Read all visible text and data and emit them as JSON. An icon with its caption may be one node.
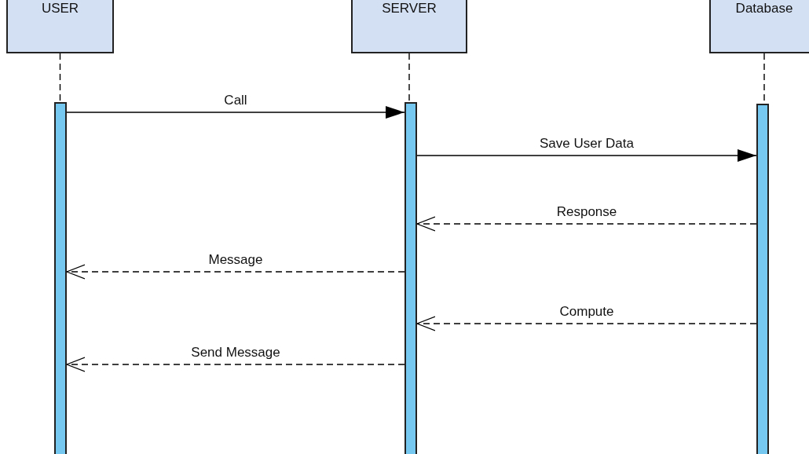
{
  "diagram": {
    "nodes": [
      {
        "text": [
          "USER"
        ]
      },
      {
        "text": [
          "SERVER"
        ]
      },
      {
        "text": [
          "Database"
        ]
      },
      {
        "text": [],
        "shape": "bar"
      },
      {
        "text": [],
        "shape": "bar"
      },
      {
        "text": [],
        "shape": "bar"
      }
    ],
    "edges": [
      {
        "from": 0,
        "to": 3,
        "arrow": "none",
        "style": "dashed"
      },
      {
        "from": 1,
        "to": 4,
        "arrow": "none",
        "style": "dashed"
      },
      {
        "from": 2,
        "to": 5,
        "arrow": "none",
        "style": "dashed"
      },
      {
        "from": 3,
        "to": 4,
        "arrow": "to",
        "label": "Call"
      },
      {
        "from": 4,
        "to": 5,
        "arrow": "to",
        "label": "Save User Data"
      },
      {
        "from": 5,
        "to": 4,
        "arrow": "to",
        "label": "Response",
        "style": "dashed"
      },
      {
        "from": 4,
        "to": 3,
        "arrow": "to",
        "label": "Message",
        "style": "dashed"
      },
      {
        "from": 5,
        "to": 4,
        "arrow": "to",
        "label": "Compute",
        "style": "dashed"
      },
      {
        "from": 4,
        "to": 3,
        "arrow": "to",
        "label": "Send Message",
        "style": "dashed"
      }
    ]
  }
}
